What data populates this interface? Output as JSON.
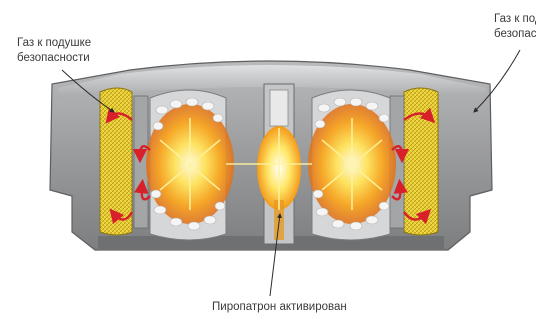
{
  "labels": {
    "gas_left_line1": "Газ к подушке",
    "gas_left_line2": "безопасности",
    "gas_right_line1": "Газ к поду",
    "gas_right_line2": "безопас",
    "squib_activated": "Пиропатрон активирован"
  },
  "colors": {
    "housing": "#8e8f91",
    "housing_light": "#c9cacb",
    "filter_yellow": "#e8cd2c",
    "flame": "#f7a41e",
    "flame_core": "#fff6b0",
    "gas_arrow": "#d8202a",
    "leader_line": "#2a2a2a"
  }
}
